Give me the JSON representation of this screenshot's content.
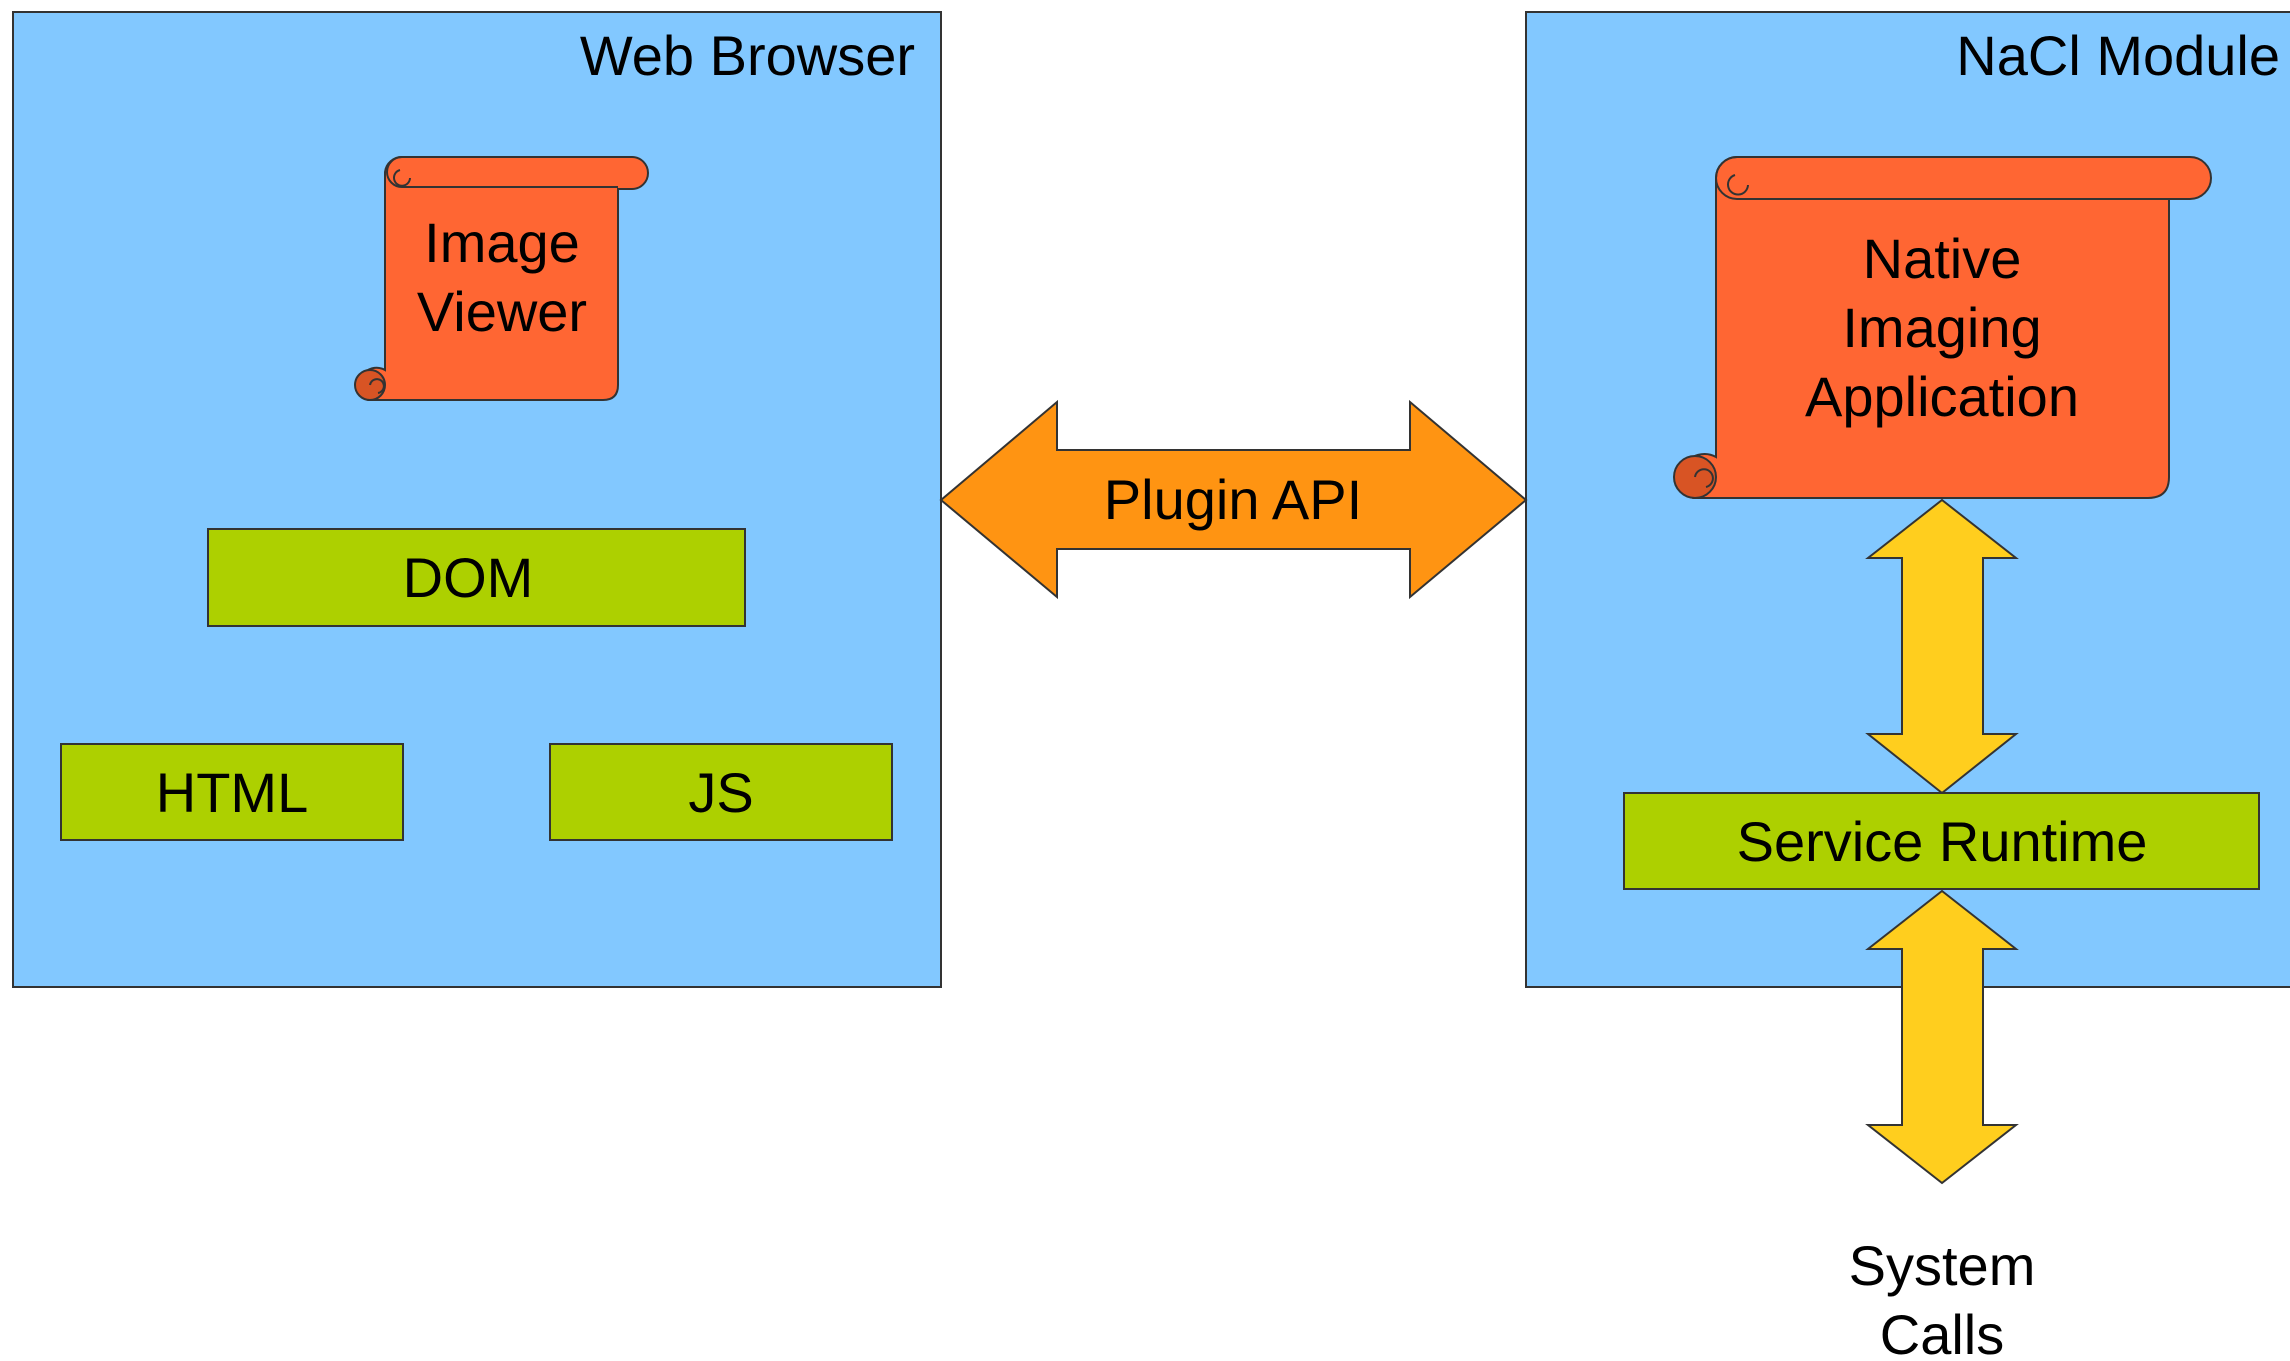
{
  "colors": {
    "panel": "#82C8FF",
    "scroll": "#FF6633",
    "box": "#ADD000",
    "orange_arrow": "#FF9412",
    "yellow_arrow": "#FFCE1E",
    "stroke": "#333333"
  },
  "web_browser": {
    "title": "Web Browser",
    "image_viewer_line1": "Image",
    "image_viewer_line2": "Viewer",
    "dom": "DOM",
    "html": "HTML",
    "js": "JS"
  },
  "plugin_api": "Plugin API",
  "nacl_module": {
    "title": "NaCl Module",
    "app_line1": "Native",
    "app_line2": "Imaging",
    "app_line3": "Application",
    "service_runtime": "Service Runtime"
  },
  "system_calls_line1": "System",
  "system_calls_line2": "Calls"
}
